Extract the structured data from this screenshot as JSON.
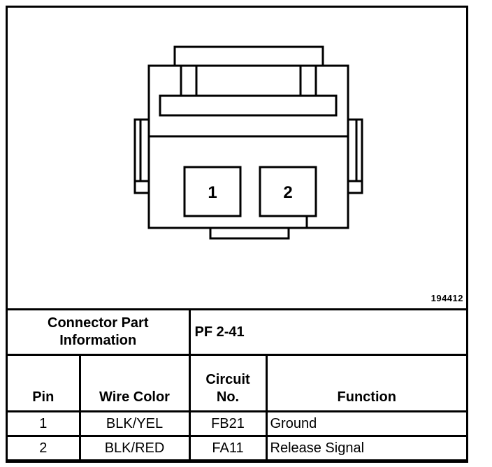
{
  "figure_id": "194412",
  "connector": {
    "pins": [
      {
        "number": "1"
      },
      {
        "number": "2"
      }
    ]
  },
  "part_info": {
    "label": "Connector Part Information",
    "label_line1": "Connector Part",
    "label_line2": "Information",
    "value": "PF 2-41"
  },
  "table": {
    "headers": {
      "pin": "Pin",
      "wire_color": "Wire Color",
      "circuit_line1": "Circuit",
      "circuit_line2": "No.",
      "function": "Function"
    },
    "rows": [
      {
        "pin": "1",
        "wire_color": "BLK/YEL",
        "circuit": "FB21",
        "function": "Ground"
      },
      {
        "pin": "2",
        "wire_color": "BLK/RED",
        "circuit": "FA11",
        "function": "Release Signal"
      }
    ]
  }
}
